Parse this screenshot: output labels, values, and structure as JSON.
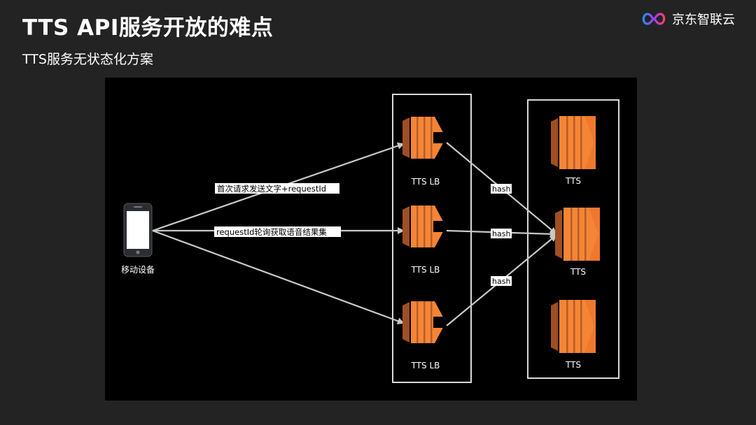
{
  "slide": {
    "title": "TTS API服务开放的难点",
    "subtitle": "TTS服务无状态化方案"
  },
  "brand": {
    "name": "京东智联云",
    "logo_icon": "infinity-logo-icon",
    "colors": [
      "#2a8cff",
      "#9b3cff",
      "#ff3d6e"
    ]
  },
  "diagram": {
    "client": {
      "label": "移动设备",
      "icon": "mobile-phone-icon"
    },
    "load_balancers": [
      {
        "label": "TTS LB",
        "icon": "load-balancer-icon"
      },
      {
        "label": "TTS LB",
        "icon": "load-balancer-icon"
      },
      {
        "label": "TTS LB",
        "icon": "load-balancer-icon"
      }
    ],
    "servers": [
      {
        "label": "TTS",
        "icon": "compute-server-icon"
      },
      {
        "label": "TTS",
        "icon": "compute-server-icon"
      },
      {
        "label": "TTS",
        "icon": "compute-server-icon"
      }
    ],
    "edges": {
      "first_request": "首次请求发送文字+requestId",
      "polling": "requestId轮询获取语音结果集",
      "hash": "hash"
    },
    "colors": {
      "icon_orange": "#f58536",
      "icon_dark": "#9d5025",
      "line": "#c8c8c8",
      "frame": "#d9d9d9"
    }
  }
}
